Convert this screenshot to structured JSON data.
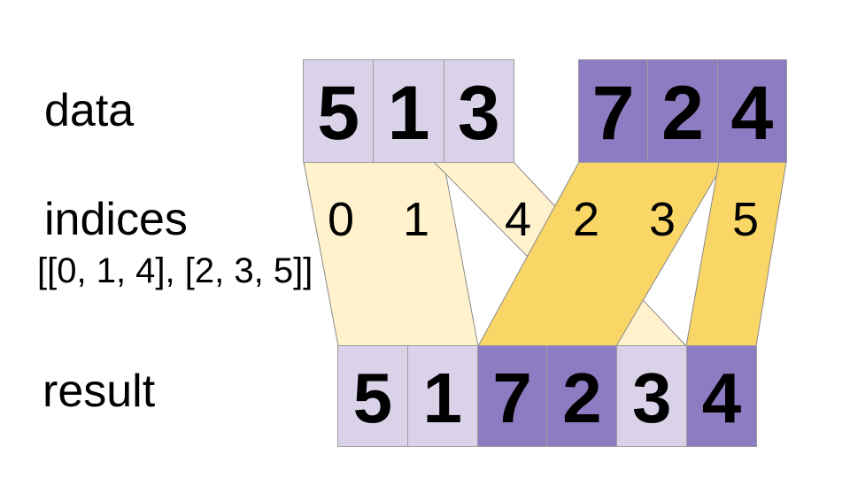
{
  "labels": {
    "data": "data",
    "indices": "indices",
    "indices_value": "[[0, 1, 4], [2, 3, 5]]",
    "result": "result"
  },
  "data_row": {
    "group1": {
      "values": [
        "5",
        "1",
        "3"
      ]
    },
    "group2": {
      "values": [
        "7",
        "2",
        "4"
      ]
    }
  },
  "indices_labels": {
    "group1": [
      "0",
      "1",
      "4"
    ],
    "group2": [
      "2",
      "3",
      "5"
    ]
  },
  "result_row": {
    "values": [
      "5",
      "1",
      "7",
      "2",
      "3",
      "4"
    ],
    "origin_groups": [
      1,
      1,
      2,
      2,
      1,
      2
    ]
  },
  "colors": {
    "cell-light": "#D9D2E9",
    "cell-purple": "#8E7CC3",
    "ribbon-cream": "#FFF2CC",
    "ribbon-gold": "#FAD666",
    "cell-border": "#9d9d9d",
    "ribbon-stroke": "#8a8a8a",
    "text": "#000000",
    "background": "#FFFFFF"
  }
}
